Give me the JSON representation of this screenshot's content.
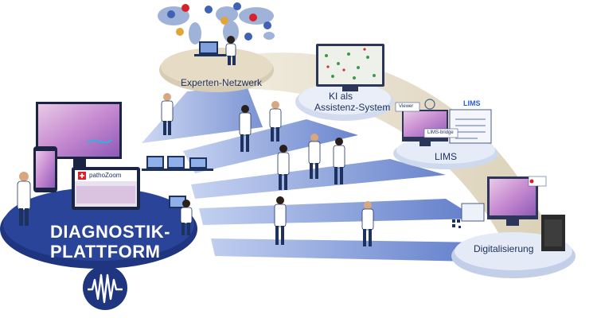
{
  "nodes": {
    "experts": {
      "label": "Experten-Netzwerk"
    },
    "ai": {
      "label_line1": "KI als",
      "label_line2": "Assistenz-System"
    },
    "lims": {
      "label": "LIMS",
      "badge": "LIMS",
      "viewer_tag": "Viewer",
      "bridge_tag": "LIMS-bridge"
    },
    "digital": {
      "label": "Digitalisierung"
    },
    "platform": {
      "title_line1": "DIAGNOSTIK-",
      "title_line2": "PLATTFORM",
      "logo_text": "pathoZoom"
    }
  },
  "colors": {
    "navy": "#2a3f86",
    "blue": "#3f62b5",
    "light_blue": "#a9bde6",
    "sand": "#d9ceb4",
    "text": "#1e3260",
    "accent_red": "#d8212b"
  }
}
